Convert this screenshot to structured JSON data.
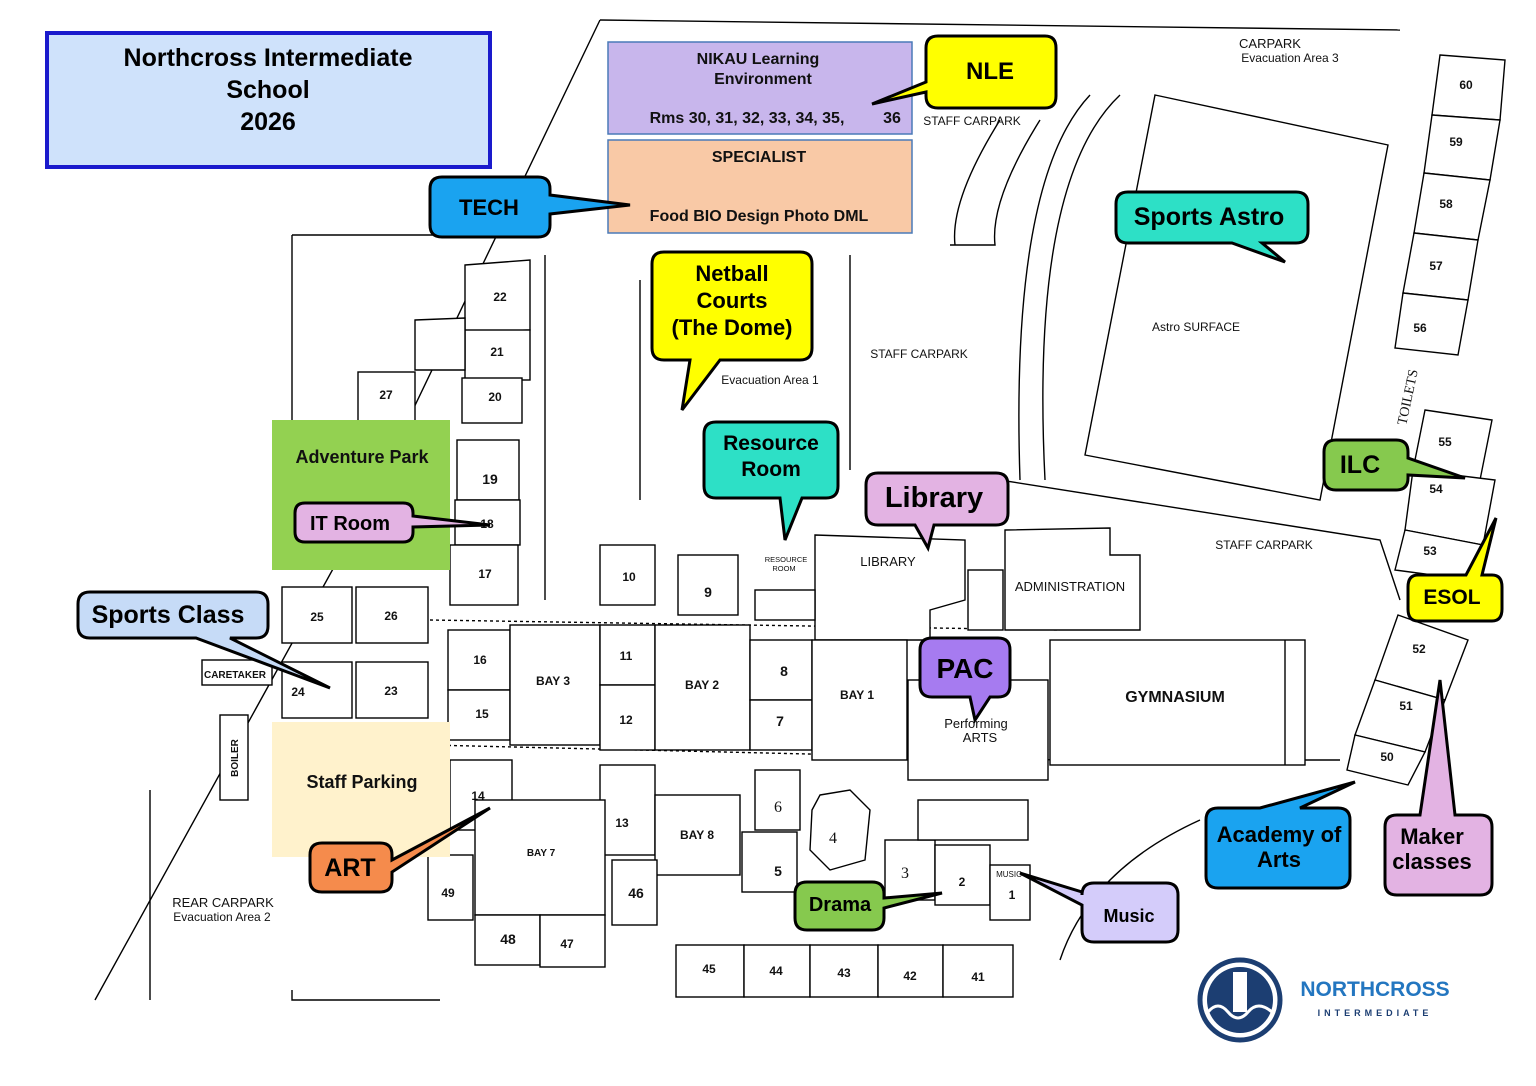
{
  "title": {
    "line1": "Northcross Intermediate",
    "line2": "School",
    "line3": "2026"
  },
  "colors": {
    "title_bg": "#cfe2fb",
    "title_border": "#1a1acc",
    "nikau": "#c8b6ec",
    "specialist": "#f9c9a6",
    "adventure": "#93d151",
    "staff_parking": "#fff2cc",
    "yellow": "#ffff00",
    "teal": "#2de0c6",
    "pink": "#e3b3e3",
    "blue": "#1aa3f0",
    "green": "#86c94e",
    "orange": "#f58b4c",
    "lightblue": "#c6dbf7",
    "purple": "#a67bf0",
    "lavender": "#d4ccfa",
    "logo_navy": "#1c3e72",
    "logo_blue": "#2376c0"
  },
  "areas": {
    "nikau": {
      "line1": "NIKAU Learning",
      "line2": "Environment",
      "rooms": "Rms 30, 31, 32, 33, 34, 35,",
      "last": "36"
    },
    "specialist": {
      "title": "SPECIALIST",
      "subjects": "Food  BIO  Design  Photo  DML"
    },
    "adventure_park": "Adventure Park",
    "staff_parking": "Staff Parking"
  },
  "callouts": {
    "nle": "NLE",
    "tech": "TECH",
    "sports_astro": "Sports Astro",
    "netball": {
      "line1": "Netball",
      "line2": "Courts",
      "line3": "(The Dome)"
    },
    "resource": {
      "line1": "Resource",
      "line2": "Room"
    },
    "library": "Library",
    "ilc": "ILC",
    "esol": "ESOL",
    "it_room": "IT Room",
    "sports_class": "Sports Class",
    "pac": "PAC",
    "art": "ART",
    "drama": "Drama",
    "music": "Music",
    "academy": {
      "line1": "Academy of",
      "line2": "Arts"
    },
    "maker": {
      "line1": "Maker",
      "line2": "classes"
    }
  },
  "map_labels": {
    "carpark": "CARPARK",
    "evac3": "Evacuation Area 3",
    "staff_carpark": "STAFF CARPARK",
    "evac1": "Evacuation Area 1",
    "astro_surface": "Astro SURFACE",
    "toilets": "TOILETS",
    "administration": "ADMINISTRATION",
    "gymnasium": "GYMNASIUM",
    "library_bldg": "LIBRARY",
    "resource_line1": "RESOURCE",
    "resource_line2": "ROOM",
    "caretaker": "CARETAKER",
    "boiler": "BOILER",
    "rear_carpark": "REAR CARPARK",
    "evac2": "Evacuation Area 2",
    "bay1": "BAY 1",
    "bay2": "BAY 2",
    "bay3": "BAY 3",
    "bay7": "BAY 7",
    "bay8": "BAY 8",
    "perf_line1": "Performing",
    "perf_line2": "ARTS",
    "music_small": "MUSIC"
  },
  "rooms": {
    "r1": "1",
    "r2": "2",
    "r3": "3",
    "r4": "4",
    "r5": "5",
    "r6": "6",
    "r7": "7",
    "r8": "8",
    "r9": "9",
    "r10": "10",
    "r11": "11",
    "r12": "12",
    "r13": "13",
    "r14": "14",
    "r15": "15",
    "r16": "16",
    "r17": "17",
    "r18": "18",
    "r19": "19",
    "r20": "20",
    "r21": "21",
    "r22": "22",
    "r23": "23",
    "r24": "24",
    "r25": "25",
    "r26": "26",
    "r27": "27",
    "r41": "41",
    "r42": "42",
    "r43": "43",
    "r44": "44",
    "r45": "45",
    "r46": "46",
    "r47": "47",
    "r48": "48",
    "r49": "49",
    "r50": "50",
    "r51": "51",
    "r52": "52",
    "r53": "53",
    "r54": "54",
    "r55": "55",
    "r56": "56",
    "r57": "57",
    "r58": "58",
    "r59": "59",
    "r60": "60"
  },
  "logo": {
    "name": "NORTHCROSS",
    "sub": "INTERMEDIATE"
  }
}
